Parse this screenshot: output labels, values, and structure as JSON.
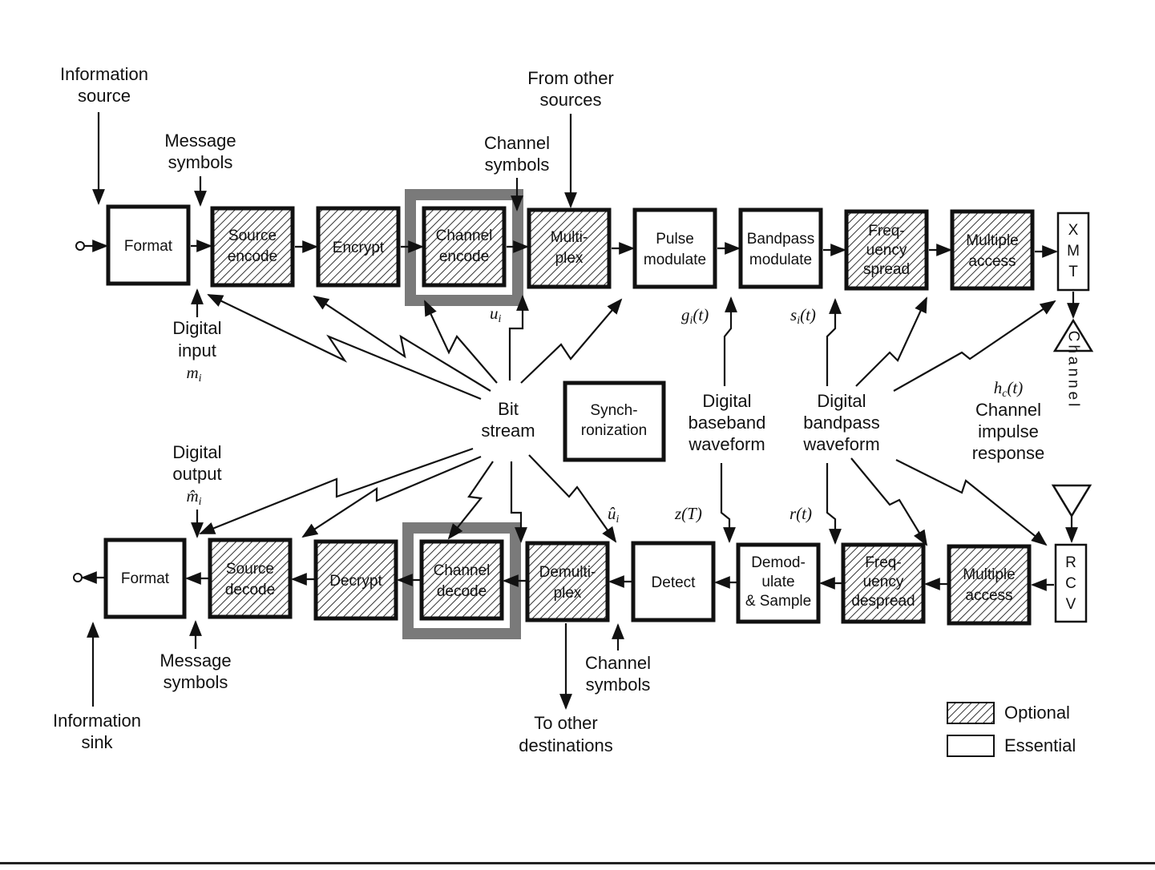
{
  "labels": {
    "information_source": [
      "Information",
      "source"
    ],
    "message_symbols_top": [
      "Message",
      "symbols"
    ],
    "from_other_sources": [
      "From other",
      "sources"
    ],
    "channel_symbols_top": [
      "Channel",
      "symbols"
    ],
    "digital_input": [
      "Digital",
      "input",
      "m",
      "i"
    ],
    "bit_stream": [
      "Bit",
      "stream"
    ],
    "digital_baseband": [
      "Digital",
      "baseband",
      "waveform"
    ],
    "digital_bandpass": [
      "Digital",
      "bandpass",
      "waveform"
    ],
    "channel_impulse": [
      "h",
      "c",
      "(t)",
      "Channel",
      "impulse",
      "response"
    ],
    "channel_vertical": "Channel",
    "digital_output": [
      "Digital",
      "output",
      "m̂",
      "i"
    ],
    "message_symbols_bottom": [
      "Message",
      "symbols"
    ],
    "information_sink": [
      "Information",
      "sink"
    ],
    "channel_symbols_bottom": [
      "Channel",
      "symbols"
    ],
    "to_other_destinations": [
      "To other",
      "destinations"
    ],
    "u_i": [
      "u",
      "i"
    ],
    "u_hat_i": [
      "û",
      "i"
    ],
    "g_i": [
      "g",
      "i",
      "(t)"
    ],
    "s_i": [
      "s",
      "i",
      "(t)"
    ],
    "z_T": "z(T)",
    "r_t": "r(t)"
  },
  "blocks_top": [
    {
      "lines": [
        "Format"
      ]
    },
    {
      "lines": [
        "Source",
        "encode"
      ]
    },
    {
      "lines": [
        "Encrypt"
      ]
    },
    {
      "lines": [
        "Channel",
        "encode"
      ]
    },
    {
      "lines": [
        "Multi-",
        "plex"
      ]
    },
    {
      "lines": [
        "Pulse",
        "modulate"
      ]
    },
    {
      "lines": [
        "Bandpass",
        "modulate"
      ]
    },
    {
      "lines": [
        "Freq-",
        "uency",
        "spread"
      ]
    },
    {
      "lines": [
        "Multiple",
        "access"
      ]
    }
  ],
  "blocks_bottom": [
    {
      "lines": [
        "Format"
      ]
    },
    {
      "lines": [
        "Source",
        "decode"
      ]
    },
    {
      "lines": [
        "Decrypt"
      ]
    },
    {
      "lines": [
        "Channel",
        "decode"
      ]
    },
    {
      "lines": [
        "Demulti-",
        "plex"
      ]
    },
    {
      "lines": [
        "Detect"
      ]
    },
    {
      "lines": [
        "Demod-",
        "ulate",
        "& Sample"
      ]
    },
    {
      "lines": [
        "Freq-",
        "uency",
        "despread"
      ]
    },
    {
      "lines": [
        "Multiple",
        "access"
      ]
    }
  ],
  "xmt": [
    "X",
    "M",
    "T"
  ],
  "rcv": [
    "R",
    "C",
    "V"
  ],
  "synchronization": [
    "Synch-",
    "ronization"
  ],
  "legend": {
    "optional": "Optional",
    "essential": "Essential"
  }
}
